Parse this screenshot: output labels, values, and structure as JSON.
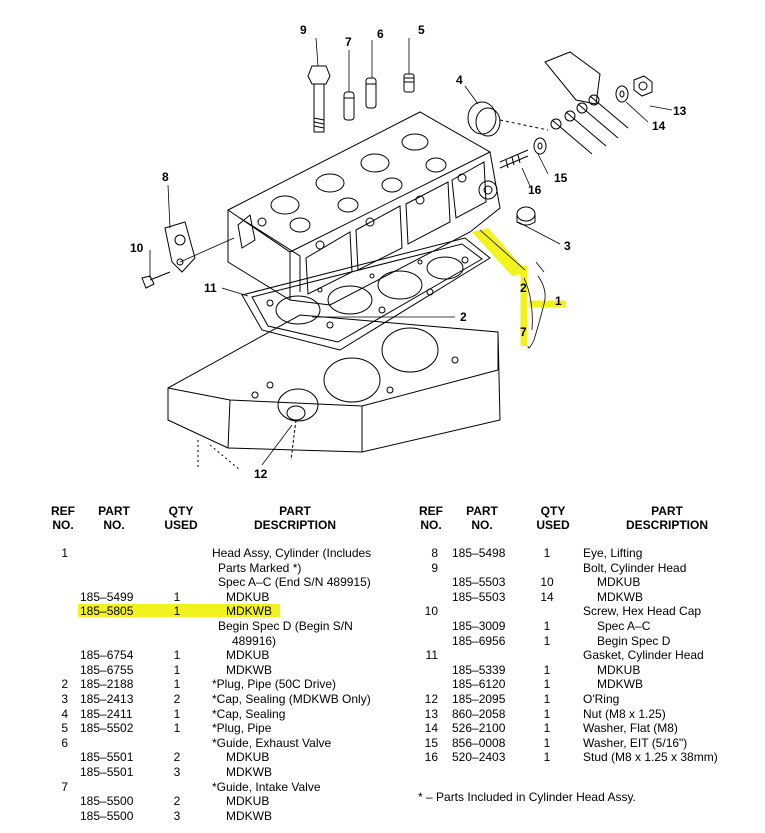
{
  "callouts": {
    "c1": "1",
    "c2a": "2",
    "c2b": "2",
    "c3": "3",
    "c4": "4",
    "c5": "5",
    "c6": "6",
    "c7a": "7",
    "c7b": "7",
    "c8": "8",
    "c9": "9",
    "c10": "10",
    "c11": "11",
    "c12": "12",
    "c13": "13",
    "c14": "14",
    "c15": "15",
    "c16": "16"
  },
  "highlight_color": "#f2f21e",
  "headers": {
    "ref": "REF\nNO.",
    "part": "PART\nNO.",
    "qty": "QTY\nUSED",
    "desc": "PART\nDESCRIPTION"
  },
  "left_rows": [
    {
      "ref": "1",
      "part": "",
      "qty": "",
      "desc": "Head Assy, Cylinder (Includes",
      "indent": 0
    },
    {
      "ref": "",
      "part": "",
      "qty": "",
      "desc": "Parts Marked *)",
      "indent": 1
    },
    {
      "ref": "",
      "part": "",
      "qty": "",
      "desc": "Spec A–C (End S/N 489915)",
      "indent": 1
    },
    {
      "ref": "",
      "part": "185–5499",
      "qty": "1",
      "desc": "MDKUB",
      "indent": 2
    },
    {
      "ref": "",
      "part": "185–5805",
      "qty": "1",
      "desc": "MDKWB",
      "indent": 2
    },
    {
      "ref": "",
      "part": "",
      "qty": "",
      "desc": "Begin Spec D (Begin S/N",
      "indent": 1
    },
    {
      "ref": "",
      "part": "",
      "qty": "",
      "desc": "489916)",
      "indent": 3
    },
    {
      "ref": "",
      "part": "185–6754",
      "qty": "1",
      "desc": "MDKUB",
      "indent": 2
    },
    {
      "ref": "",
      "part": "185–6755",
      "qty": "1",
      "desc": "MDKWB",
      "indent": 2
    },
    {
      "ref": "2",
      "part": "185–2188",
      "qty": "1",
      "desc": "*Plug, Pipe (50C Drive)",
      "indent": 0
    },
    {
      "ref": "3",
      "part": "185–2413",
      "qty": "2",
      "desc": "*Cap, Sealing (MDKWB Only)",
      "indent": 0
    },
    {
      "ref": "4",
      "part": "185–2411",
      "qty": "1",
      "desc": "*Cap, Sealing",
      "indent": 0
    },
    {
      "ref": "5",
      "part": "185–5502",
      "qty": "1",
      "desc": "*Plug, Pipe",
      "indent": 0
    },
    {
      "ref": "6",
      "part": "",
      "qty": "",
      "desc": "*Guide, Exhaust Valve",
      "indent": 0
    },
    {
      "ref": "",
      "part": "185–5501",
      "qty": "2",
      "desc": "MDKUB",
      "indent": 4
    },
    {
      "ref": "",
      "part": "185–5501",
      "qty": "3",
      "desc": "MDKWB",
      "indent": 4
    },
    {
      "ref": "7",
      "part": "",
      "qty": "",
      "desc": "*Guide, Intake Valve",
      "indent": 0
    },
    {
      "ref": "",
      "part": "185–5500",
      "qty": "2",
      "desc": "MDKUB",
      "indent": 4
    },
    {
      "ref": "",
      "part": "185–5500",
      "qty": "3",
      "desc": "MDKWB",
      "indent": 4
    }
  ],
  "right_rows": [
    {
      "ref": "8",
      "part": "185–5498",
      "qty": "1",
      "desc": "Eye, Lifting",
      "indent": 0
    },
    {
      "ref": "9",
      "part": "",
      "qty": "",
      "desc": "Bolt, Cylinder Head",
      "indent": 0
    },
    {
      "ref": "",
      "part": "185–5503",
      "qty": "10",
      "desc": "MDKUB",
      "indent": 1
    },
    {
      "ref": "",
      "part": "185–5503",
      "qty": "14",
      "desc": "MDKWB",
      "indent": 1
    },
    {
      "ref": "10",
      "part": "",
      "qty": "",
      "desc": "Screw, Hex Head Cap",
      "indent": 0
    },
    {
      "ref": "",
      "part": "185–3009",
      "qty": "1",
      "desc": "Spec A–C",
      "indent": 1
    },
    {
      "ref": "",
      "part": "185–6956",
      "qty": "1",
      "desc": "Begin Spec D",
      "indent": 1
    },
    {
      "ref": "11",
      "part": "",
      "qty": "",
      "desc": "Gasket, Cylinder Head",
      "indent": 0
    },
    {
      "ref": "",
      "part": "185–5339",
      "qty": "1",
      "desc": "MDKUB",
      "indent": 1
    },
    {
      "ref": "",
      "part": "185–6120",
      "qty": "1",
      "desc": "MDKWB",
      "indent": 1
    },
    {
      "ref": "12",
      "part": "185–2095",
      "qty": "1",
      "desc": "O'Ring",
      "indent": 0
    },
    {
      "ref": "13",
      "part": "860–2058",
      "qty": "1",
      "desc": "Nut (M8 x 1.25)",
      "indent": 0
    },
    {
      "ref": "14",
      "part": "526–2100",
      "qty": "1",
      "desc": "Washer, Flat (M8)",
      "indent": 0
    },
    {
      "ref": "15",
      "part": "856–0008",
      "qty": "1",
      "desc": "Washer, EIT (5/16\")",
      "indent": 0
    },
    {
      "ref": "16",
      "part": "520–2403",
      "qty": "1",
      "desc": "Stud (M8 x 1.25 x 38mm)",
      "indent": 0
    }
  ],
  "footnote": "*  –  Parts Included in Cylinder Head Assy."
}
